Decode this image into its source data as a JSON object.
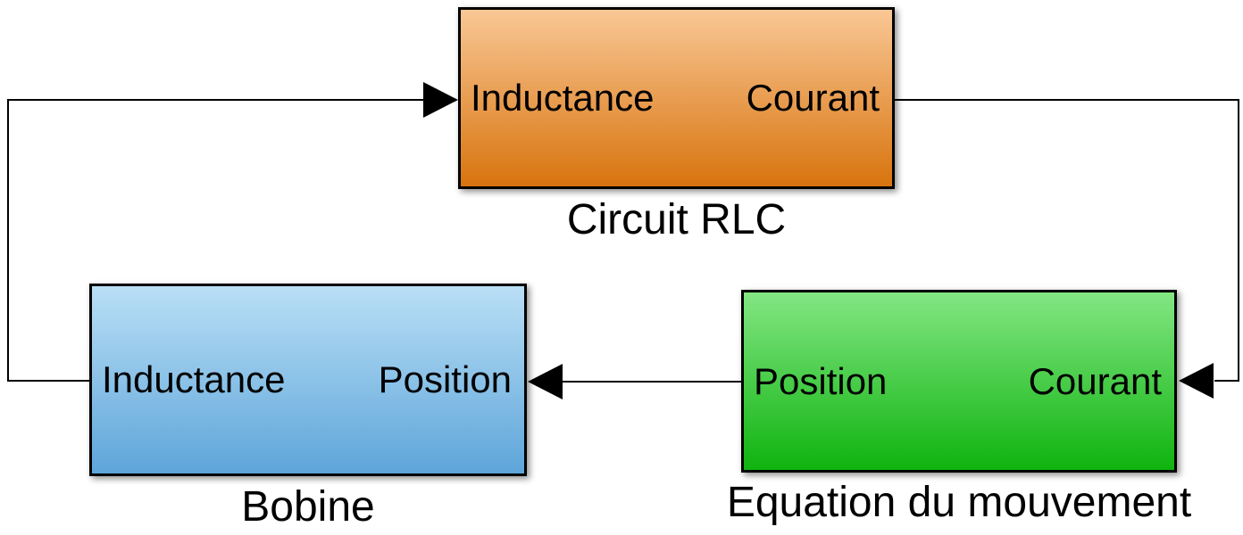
{
  "diagram": {
    "background_color": "#ffffff",
    "wire_color": "#000000",
    "text_color": "#000000",
    "blocks": [
      {
        "id": "circuit-rlc",
        "caption": "Circuit RLC",
        "left_port": "Inductance",
        "right_port": "Courant",
        "fill_top": "#f9c795",
        "fill_bottom": "#d8740e"
      },
      {
        "id": "bobine",
        "caption": "Bobine",
        "left_port": "Inductance",
        "right_port": "Position",
        "fill_top": "#b9dff5",
        "fill_bottom": "#5ea5da"
      },
      {
        "id": "equation-du-mouvement",
        "caption": "Equation du mouvement",
        "left_port": "Position",
        "right_port": "Courant",
        "fill_top": "#83e683",
        "fill_bottom": "#0fb30f"
      }
    ],
    "connections": [
      {
        "from": "Circuit RLC / Courant",
        "to": "Equation du mouvement / Courant"
      },
      {
        "from": "Equation du mouvement / Position",
        "to": "Bobine / Position"
      },
      {
        "from": "Bobine / Inductance",
        "to": "Circuit RLC / Inductance"
      }
    ]
  }
}
